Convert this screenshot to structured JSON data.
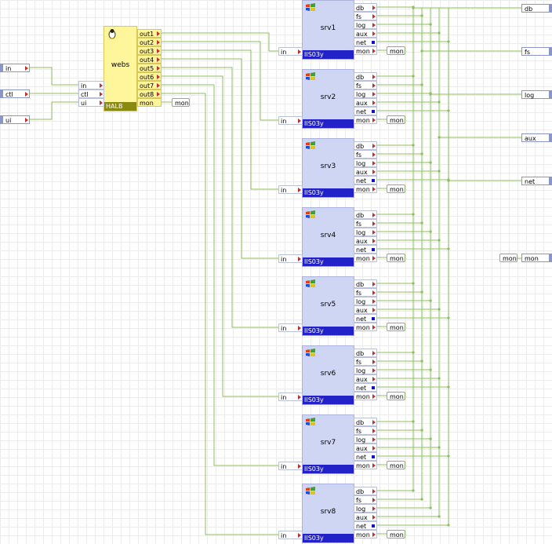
{
  "webs": {
    "name": "webs",
    "footer": "HALB",
    "inputs": [
      "in",
      "ctl",
      "ui"
    ],
    "outputs": [
      "out1",
      "out2",
      "out3",
      "out4",
      "out5",
      "out6",
      "out7",
      "out8"
    ],
    "mon_out": "mon",
    "mon_tag": "mon"
  },
  "inputs": [
    "in",
    "ctl",
    "ui"
  ],
  "servers": [
    {
      "name": "srv1",
      "footer": "IIS03y",
      "in": "in",
      "mon": "mon"
    },
    {
      "name": "srv2",
      "footer": "IIS03y",
      "in": "in",
      "mon": "mon"
    },
    {
      "name": "srv3",
      "footer": "IIS03y",
      "in": "in",
      "mon": "mon"
    },
    {
      "name": "srv4",
      "footer": "IIS03y",
      "in": "in",
      "mon": "mon"
    },
    {
      "name": "srv5",
      "footer": "IIS03y",
      "in": "in",
      "mon": "mon"
    },
    {
      "name": "srv6",
      "footer": "IIS03y",
      "in": "in",
      "mon": "mon"
    },
    {
      "name": "srv7",
      "footer": "IIS03y",
      "in": "in",
      "mon": "mon"
    },
    {
      "name": "srv8",
      "footer": "IIS03y",
      "in": "in",
      "mon": "mon"
    }
  ],
  "server_ports": [
    "db",
    "fs",
    "log",
    "aux",
    "net",
    "mon"
  ],
  "outputs": [
    "db",
    "fs",
    "log",
    "aux",
    "net"
  ],
  "mon_in": "mon",
  "mon_out": "mon",
  "colors": {
    "wire": "#8fbf5a",
    "server_bg": "#cfd6f3",
    "server_footer": "#2222c8",
    "webs_bg": "#fff59a"
  }
}
